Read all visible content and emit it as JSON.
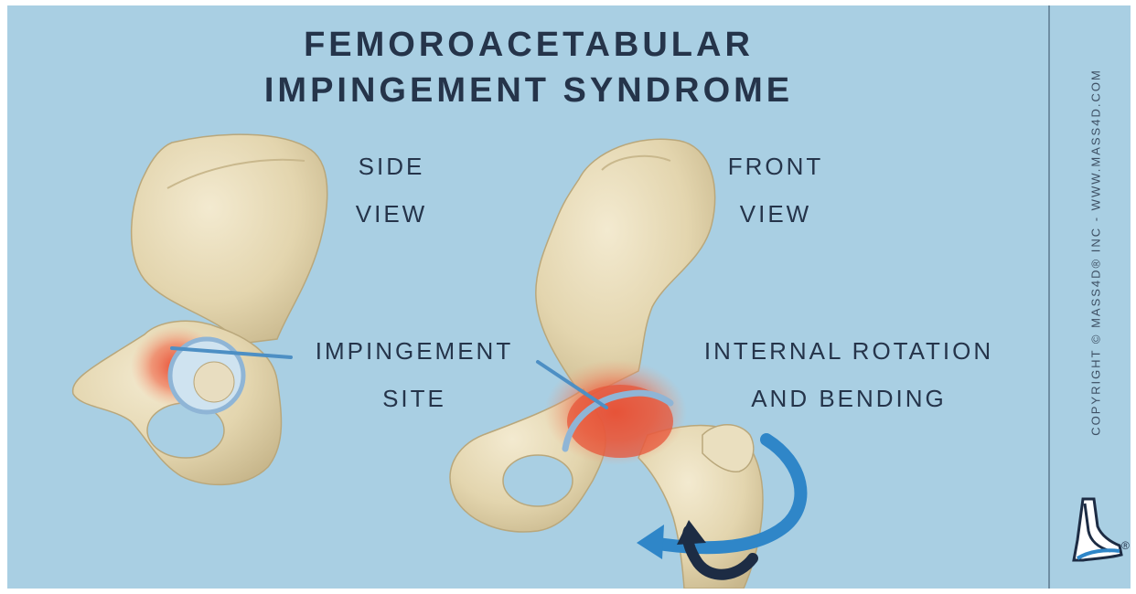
{
  "title": {
    "line1": "FEMOROACETABULAR",
    "line2": "IMPINGEMENT SYNDROME"
  },
  "labels": {
    "side_view_1": "SIDE",
    "side_view_2": "VIEW",
    "front_view_1": "FRONT",
    "front_view_2": "VIEW",
    "impingement_1": "IMPINGEMENT",
    "impingement_2": "SITE",
    "rotation_1": "INTERNAL ROTATION",
    "rotation_2": "AND BENDING"
  },
  "copyright": "COPYRIGHT © MASS4D® INC  -  WWW.MASS4D.COM",
  "logo_mark": "®",
  "colors": {
    "background": "#a9cfe3",
    "bone": "#e6d9b4",
    "text": "#25344a",
    "impingement": "#e8452c",
    "arrow_blue": "#2f86c8",
    "arrow_dark": "#1d2c44"
  }
}
